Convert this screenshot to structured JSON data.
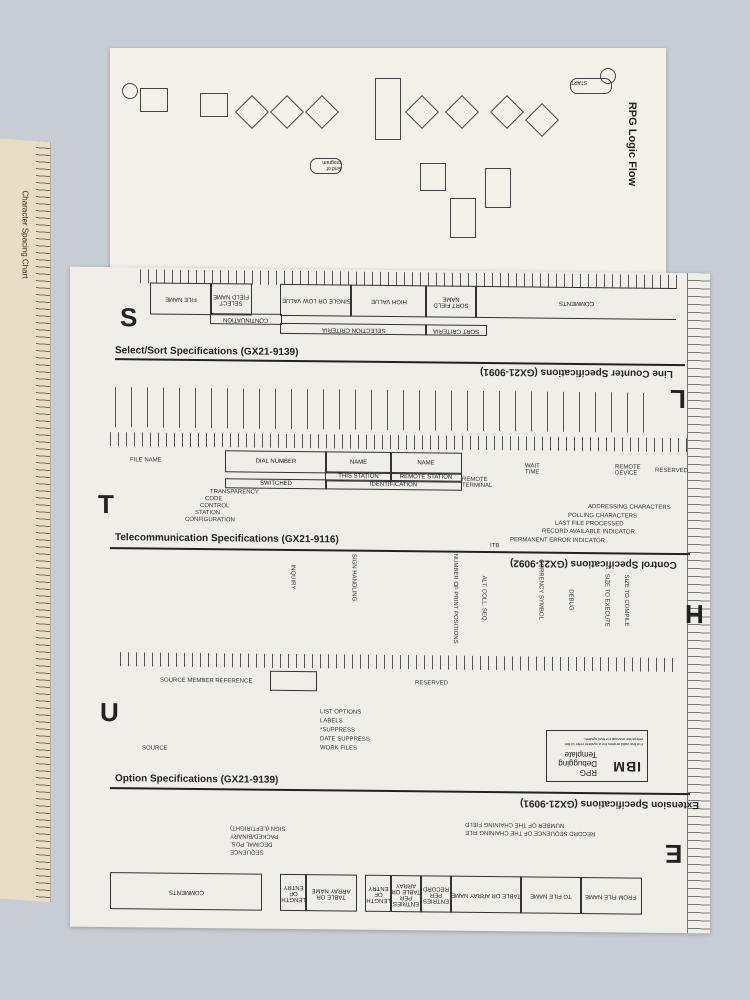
{
  "flow": {
    "title": "RPG Logic Flow",
    "start": "START",
    "eoj": "End of program"
  },
  "sections": {
    "select_sort": {
      "letter": "S",
      "title": "Select/Sort Specifications (GX21-9139)",
      "fields": [
        "FILE NAME",
        "SELECT FIELD NAME",
        "SINGLE OR LOW VALUE",
        "HIGH VALUE",
        "SORT FIELD NAME",
        "COMMENTS",
        "CONTINUATION",
        "SELECTION CRITERIA",
        "SORT CRITERIA"
      ]
    },
    "line_counter": {
      "letter": "L",
      "title": "Line Counter Specifications (GX21-9091)"
    },
    "telecom": {
      "letter": "T",
      "title": "Telecommunication Specifications (GX21-9116)",
      "fields": [
        "FILE NAME",
        "DIAL NUMBER",
        "NAME",
        "NAME",
        "THIS STATION",
        "REMOTE STATION",
        "SWITCHED",
        "IDENTIFICATION",
        "REMOTE TERMINAL",
        "WAIT TIME",
        "REMOTE DEVICE",
        "RESERVED"
      ],
      "callouts_left": [
        "TRANSPARENCY",
        "CODE",
        "CONTROL",
        "STATION",
        "CONFIGURATION"
      ],
      "callouts_right": [
        "ADDRESSING CHARACTERS",
        "POLLING CHARACTERS",
        "LAST FILE PROCESSED",
        "RECORD AVAILABLE INDICATOR",
        "PERMANENT ERROR INDICATOR",
        "ITB"
      ]
    },
    "control": {
      "letter": "H",
      "title": "Control Specifications (GX21-9092)",
      "fields": [
        "INQUIRY",
        "SIGN HANDLING",
        "NUMBER OF PRINT POSITIONS",
        "ALT. COLL. SEQ.",
        "CURRENCY SYMBOL",
        "DEBUG",
        "SIZE TO EXECUTE",
        "SIZE TO COMPILE"
      ]
    },
    "option": {
      "letter": "U",
      "title": "Option Specifications (GX21-9139)",
      "fields": [
        "SOURCE MEMBER REFERENCE",
        "RESERVED"
      ],
      "callouts": [
        "LIST OPTIONS",
        "LABELS",
        "*SUPPRESS",
        "DATE SUPPRESS",
        "WORK FILES",
        "SOURCE"
      ]
    },
    "extension": {
      "letter": "E",
      "title": "Extension Specifications (GX21-9091)",
      "fields": [
        "FROM FILE NAME",
        "TO FILE NAME",
        "TABLE OR ARRAY NAME",
        "ENTRIES PER RECORD",
        "ENTRIES PER TABLE OR ARRAY",
        "LENGTH OF ENTRY",
        "TABLE OR ARRAY NAME",
        "LENGTH OF ENTRY",
        "COMMENTS"
      ],
      "callouts": [
        "NUMBER OF THE CHAINING FIELD",
        "RECORD SEQUENCE OF THE CHAINING FILE",
        "SIGN (LEFT/RIGHT)",
        "PACKED/BINARY",
        "DECIMAL POS.",
        "SEQUENCE"
      ]
    }
  },
  "ibm_box": {
    "logo": "IBM",
    "line1": "RPG",
    "line2": "Debugging",
    "line3": "Template",
    "note": "For the valid entries for a system refer to the reference manual for that system."
  },
  "left_card": {
    "title": "Character Spacing Chart"
  }
}
